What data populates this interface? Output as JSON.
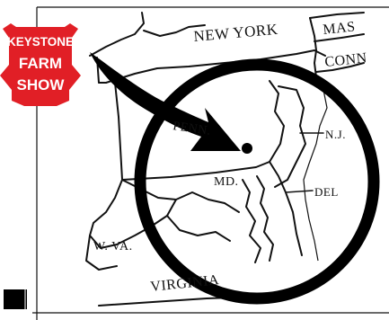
{
  "logo": {
    "line1": "KEYSTONE",
    "line2": "FARM",
    "line3": "SHOW",
    "color": "#e11f26"
  },
  "map": {
    "labels": {
      "new_york": "NEW YORK",
      "mass": "MAS",
      "conn": "CONN",
      "penn": "PENN.",
      "nj": "N.J.",
      "md": "MD.",
      "del": "DEL",
      "w_va": "W. VA.",
      "virginia": "VIRGINIA"
    },
    "ink_color": "#111111",
    "background": "#ffffff"
  }
}
